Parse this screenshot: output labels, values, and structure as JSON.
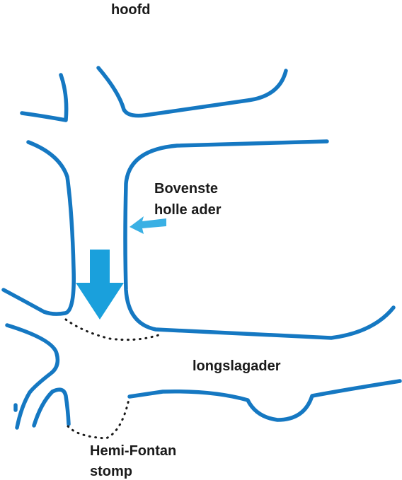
{
  "labels": {
    "head": "hoofd",
    "svc_line1": "Bovenste",
    "svc_line2": "holle ader",
    "pulmonary_artery": "longslagader",
    "stump_line1": "Hemi-Fontan",
    "stump_line2": "stomp"
  },
  "colors": {
    "vessel": "#1578c2",
    "arrow": "#1aa0dc",
    "arrow_small": "#3ab0e4",
    "dotted": "#1a1a1a",
    "text": "#1a1a1a"
  }
}
